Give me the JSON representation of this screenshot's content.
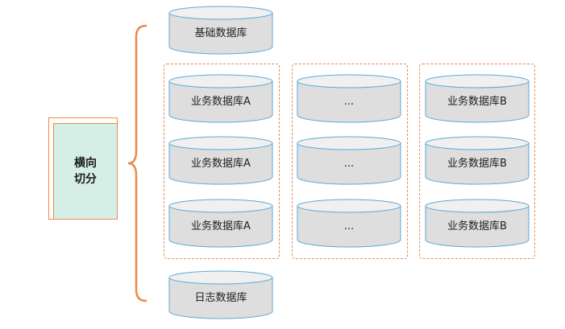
{
  "label": {
    "line1": "横向",
    "line2": "切分"
  },
  "base_db": "基础数据库",
  "log_db": "日志数据库",
  "columns": [
    {
      "rows": [
        "业务数据库A",
        "业务数据库A",
        "业务数据库A"
      ]
    },
    {
      "rows": [
        "...",
        "...",
        "..."
      ]
    },
    {
      "rows": [
        "业务数据库B",
        "业务数据库B",
        "业务数据库B"
      ]
    }
  ],
  "colors": {
    "accent": "#ec8a4a",
    "cylinder_fill": "#dedede",
    "cylinder_stroke": "#5aaad8",
    "label_fill": "#d6efe6"
  }
}
